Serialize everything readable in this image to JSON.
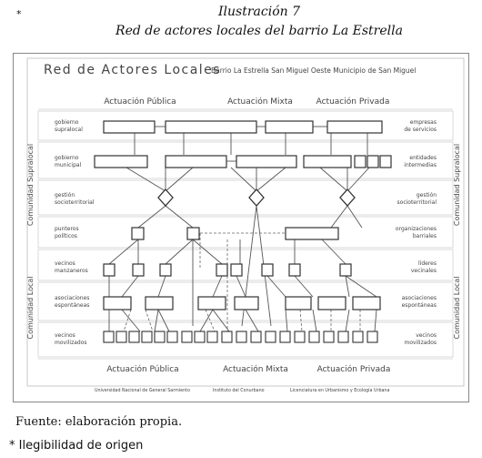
{
  "caption": {
    "star": "*",
    "title": "Ilustración 7",
    "subtitle": "Red de actores locales del barrio La Estrella"
  },
  "diagram": {
    "header_title": "Red de Actores Locales",
    "header_place": "Barrio La Estrella   San Miguel Oeste   Municipio de San Miguel",
    "columns_top": [
      "Actuación Pública",
      "Actuación Mixta",
      "Actuación Privada"
    ],
    "columns_bottom": [
      "Actuación Pública",
      "Actuación Mixta",
      "Actuación Privada"
    ],
    "side_groups": [
      "Comunidad Supralocal",
      "Comunidad Local"
    ],
    "left_rows": [
      {
        "line1": "gobierno",
        "line2": "supralocal"
      },
      {
        "line1": "gobierno",
        "line2": "municipal"
      },
      {
        "line1": "gestión",
        "line2": "socioterritorial"
      },
      {
        "line1": "punteros",
        "line2": "políticos"
      },
      {
        "line1": "vecinos",
        "line2": "manzaneros"
      },
      {
        "line1": "asociaciones",
        "line2": "espontáneas"
      },
      {
        "line1": "vecinos",
        "line2": "movilizados"
      }
    ],
    "right_rows": [
      {
        "line1": "empresas",
        "line2": "de servicios"
      },
      {
        "line1": "entidades",
        "line2": "intermedias"
      },
      {
        "line1": "gestión",
        "line2": "socioterritorial"
      },
      {
        "line1": "organizaciones",
        "line2": "barriales"
      },
      {
        "line1": "líderes",
        "line2": "vecinales"
      },
      {
        "line1": "asociaciones",
        "line2": "espontáneas"
      },
      {
        "line1": "vecinos",
        "line2": "movilizados"
      }
    ],
    "institutions": [
      "Universidad Nacional de General Sarmiento",
      "Instituto del Conurbano",
      "Licenciatura en Urbanismo y Ecología Urbana"
    ]
  },
  "footer": {
    "source": "Fuente: elaboración propia.",
    "note": "* Ilegibilidad de origen"
  },
  "colors": {
    "line": "#555555",
    "box": "#333333",
    "text": "#444444"
  }
}
